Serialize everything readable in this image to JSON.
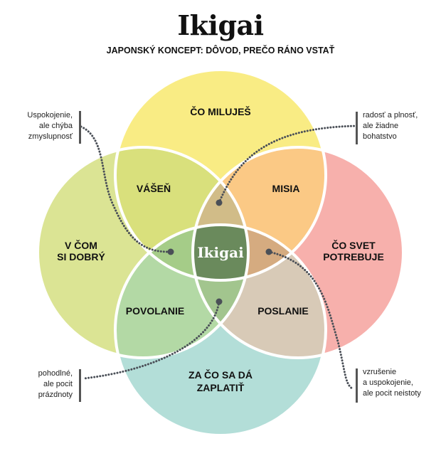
{
  "header": {
    "title": "Ikigai",
    "subtitle": "JAPONSKÝ KONCEPT: DÔVOD, PREČO RÁNO VSTAŤ"
  },
  "circles": {
    "top": {
      "label": "ČO MILUJEŠ",
      "color": "#f9ec84"
    },
    "left": {
      "label_line1": "V ČOM",
      "label_line2": "SI DOBRÝ",
      "color": "#dbe494"
    },
    "right": {
      "label_line1": "ČO SVET",
      "label_line2": "POTREBUJE",
      "color": "#f7b0ac"
    },
    "bottom": {
      "label_line1": "ZA ČO SA DÁ",
      "label_line2": "ZAPLATIŤ",
      "color": "#b3ded8"
    }
  },
  "intersections": {
    "passion": {
      "label": "VÁŠEŇ",
      "color": "#d9e07c"
    },
    "mission": {
      "label": "MISIA",
      "color": "#fbc985"
    },
    "vocation": {
      "label": "POSLANIE",
      "color": "#d8cab7"
    },
    "profession": {
      "label": "POVOLANIE",
      "color": "#b3d9a5"
    },
    "top_center": {
      "color": "#d1bc88"
    },
    "left_center": {
      "color": "#a5cc88"
    },
    "right_center": {
      "color": "#d5ab80"
    },
    "bottom_center": {
      "color": "#a2c58e"
    },
    "center": {
      "label": "Ikigai",
      "color": "#6a8a5c"
    }
  },
  "notes": {
    "top_left": {
      "line1": "Uspokojenie,",
      "line2": "ale chýba",
      "line3": "zmyslupnosť"
    },
    "top_right": {
      "line1": "radosť a plnosť,",
      "line2": "ale žiadne",
      "line3": "bohatstvo"
    },
    "bottom_left": {
      "line1": "pohodlné,",
      "line2": "ale pocit",
      "line3": "prázdnoty"
    },
    "bottom_right": {
      "line1": "vzrušenie",
      "line2": "a uspokojenie,",
      "line3": "ale pocit neistoty"
    }
  },
  "connector_color": "#4a4f57"
}
